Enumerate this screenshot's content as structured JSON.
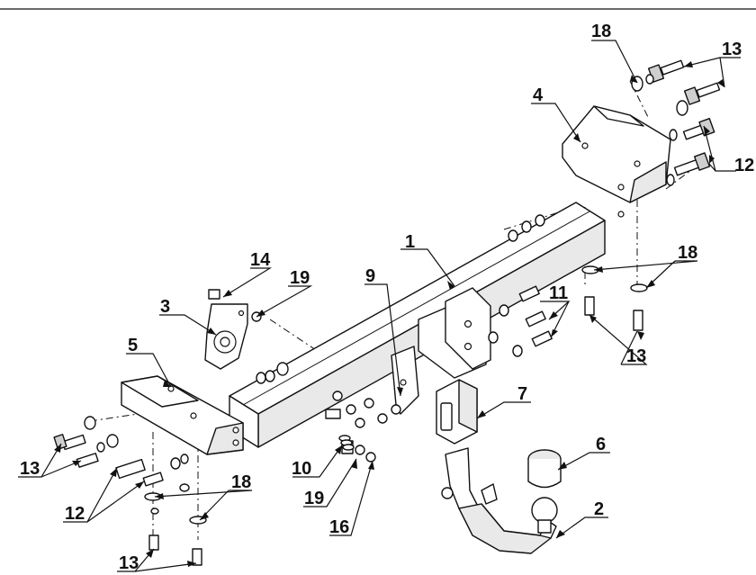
{
  "diagram": {
    "callouts": [
      {
        "id": "c1",
        "label": "1"
      },
      {
        "id": "c2",
        "label": "2"
      },
      {
        "id": "c3",
        "label": "3"
      },
      {
        "id": "c4",
        "label": "4"
      },
      {
        "id": "c5",
        "label": "5"
      },
      {
        "id": "c6",
        "label": "6"
      },
      {
        "id": "c7",
        "label": "7"
      },
      {
        "id": "c9",
        "label": "9"
      },
      {
        "id": "c10",
        "label": "10"
      },
      {
        "id": "c11",
        "label": "11"
      },
      {
        "id": "c12a",
        "label": "12"
      },
      {
        "id": "c12b",
        "label": "12"
      },
      {
        "id": "c13a",
        "label": "13"
      },
      {
        "id": "c13b",
        "label": "13"
      },
      {
        "id": "c13c",
        "label": "13"
      },
      {
        "id": "c13d",
        "label": "13"
      },
      {
        "id": "c14",
        "label": "14"
      },
      {
        "id": "c16",
        "label": "16"
      },
      {
        "id": "c18a",
        "label": "18"
      },
      {
        "id": "c18b",
        "label": "18"
      },
      {
        "id": "c18c",
        "label": "18"
      },
      {
        "id": "c19a",
        "label": "19"
      },
      {
        "id": "c19b",
        "label": "19"
      }
    ]
  }
}
